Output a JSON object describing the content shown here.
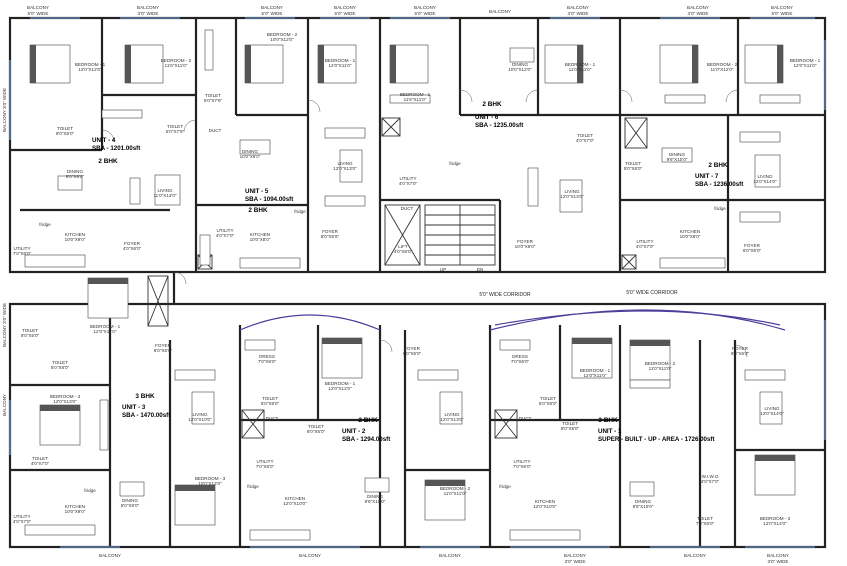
{
  "labels": {
    "balcony_5": "BALCONY",
    "balcony_5_wide": "5'0\" WIDE",
    "balcony_3": "BALCONY",
    "balcony_3_wide": "3'0\" WIDE",
    "bedroom_1": "BEDROOM - 1",
    "bedroom_2": "BEDROOM - 2",
    "bedroom_3": "BEDROOM - 3",
    "dining": "DINING",
    "living": "LIVING",
    "kitchen": "KITCHEN",
    "toilet": "TOILET",
    "foyer": "FOYER",
    "utility": "UTILITY",
    "dress": "DRESS",
    "duct": "DUCT",
    "fridge": "fridge",
    "lift": "LIFT",
    "up": "UP",
    "dn": "DN",
    "walk_in": "W.I.W.O",
    "balcony_side": "BALCONY 3'0\" WIDE"
  },
  "corridors": [
    "5'0\" WIDE CORRIDOR",
    "5'0\" WIDE CORRIDOR"
  ],
  "units": [
    {
      "name": "UNIT - 4",
      "area": "SBA - 1201.00sft",
      "bhk": "2 BHK"
    },
    {
      "name": "UNIT - 5",
      "area": "SBA - 1094.00sft",
      "bhk": "2 BHK"
    },
    {
      "name": "UNIT - 6",
      "area": "SBA - 1235.00sft",
      "bhk": "2 BHK"
    },
    {
      "name": "UNIT - 7",
      "area": "SBA - 1236.00sft",
      "bhk": "2 BHK"
    },
    {
      "name": "UNIT - 3",
      "area": "SBA - 1470.00sft",
      "bhk": "3 BHK"
    },
    {
      "name": "UNIT - 2",
      "area": "SBA - 1294.00sft",
      "bhk": "2 BHK"
    },
    {
      "name": "UNIT - 1",
      "area": "SUPER - BUILT - UP - AREA - 1726.00sft",
      "bhk": "3 BHK"
    }
  ],
  "dims": {
    "d1": "12'0\"X12'0\"",
    "d2": "11'6\"X11'0\"",
    "d3": "10'0\"X12'0\"",
    "d4": "11'0\"X12'0\"",
    "d5": "12'0\"X11'0\"",
    "d6": "8'0\"X5'0\"",
    "d7": "5'0\"X7'6\"",
    "d8": "10'0\"X7'6\"",
    "d9": "11'0\"X11'0\"",
    "d10": "12'0\"X13'0\"",
    "d11": "10'0\"X8'0\"",
    "d12": "4'0\"X6'0\"",
    "d13": "12'0\"X14'0\"",
    "d14": "8'0\"X8'0\"",
    "d15": "10'0\"X12'0\"",
    "d16": "7'0\"X6'0\"",
    "d17": "11'0\"X13'0\"",
    "d18": "9'6\"X10'0\"",
    "d19": "12'0\"X10'0\"",
    "d20": "5'0\"X8'0\"",
    "d21": "4'0\"X7'0\"",
    "d22": "10'0\"X9'0\"",
    "d23": "8'0\"X5'6\"",
    "d24": "6'0\"X6'0\""
  }
}
